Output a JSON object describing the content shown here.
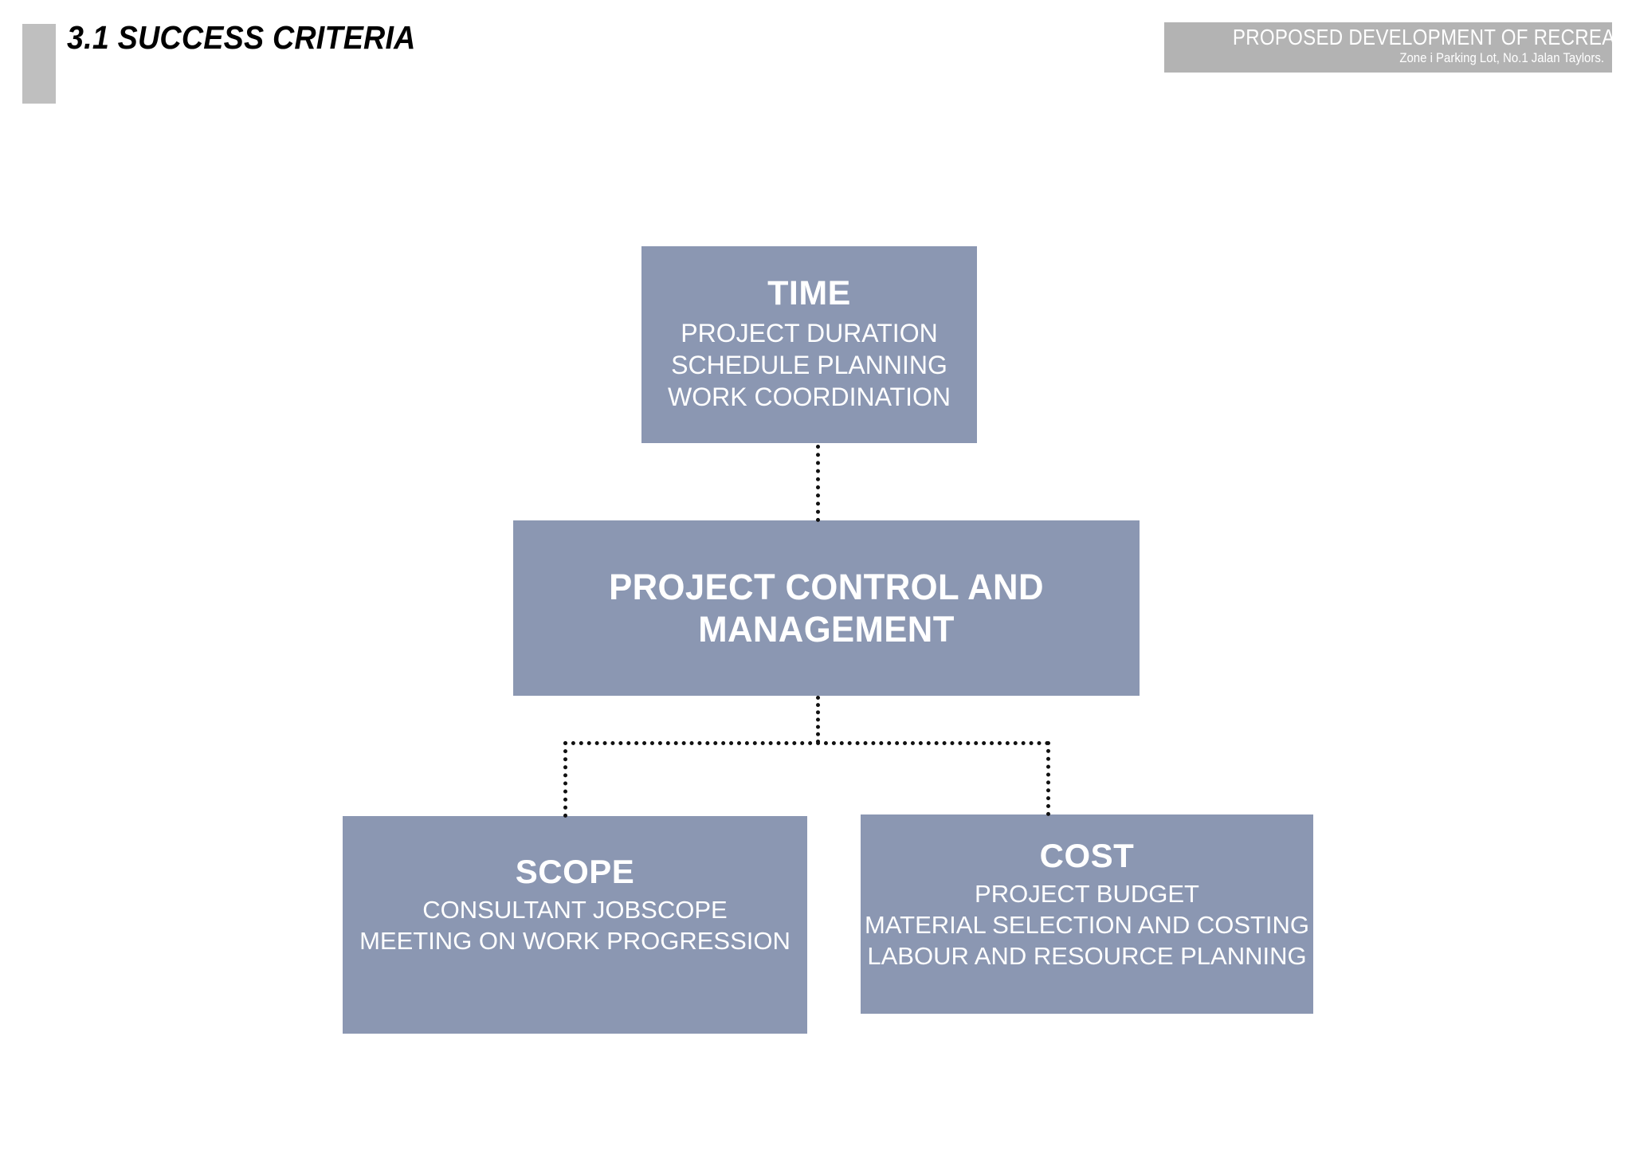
{
  "header": {
    "section_number_title": "3.1 SUCCESS CRITERIA",
    "accent_bar_color": "#bfbfbf",
    "badge": {
      "title": "PROPOSED DEVELOPMENT OF RECREATION DISTRICT",
      "subtitle": "Zone i Parking Lot, No.1 Jalan Taylors.",
      "background_color": "#b3b3b3",
      "text_color": "#ffffff"
    }
  },
  "diagram": {
    "type": "hierarchy",
    "node_fill_color": "#8b97b2",
    "node_text_color": "#ffffff",
    "connector_style": "dotted",
    "connector_color": "#111111",
    "nodes": [
      {
        "id": "time",
        "title": "TIME",
        "lines": [
          "PROJECT DURATION",
          "SCHEDULE PLANNING",
          "WORK COORDINATION"
        ]
      },
      {
        "id": "project-control",
        "title": "PROJECT CONTROL AND MANAGEMENT",
        "lines": []
      },
      {
        "id": "scope",
        "title": "SCOPE",
        "lines": [
          "CONSULTANT JOBSCOPE",
          "MEETING ON WORK PROGRESSION"
        ]
      },
      {
        "id": "cost",
        "title": "COST",
        "lines": [
          "PROJECT BUDGET",
          "MATERIAL SELECTION AND COSTING",
          "LABOUR AND RESOURCE PLANNING"
        ]
      }
    ],
    "edges": [
      {
        "from": "time",
        "to": "project-control"
      },
      {
        "from": "project-control",
        "to": "scope"
      },
      {
        "from": "project-control",
        "to": "cost"
      }
    ]
  }
}
